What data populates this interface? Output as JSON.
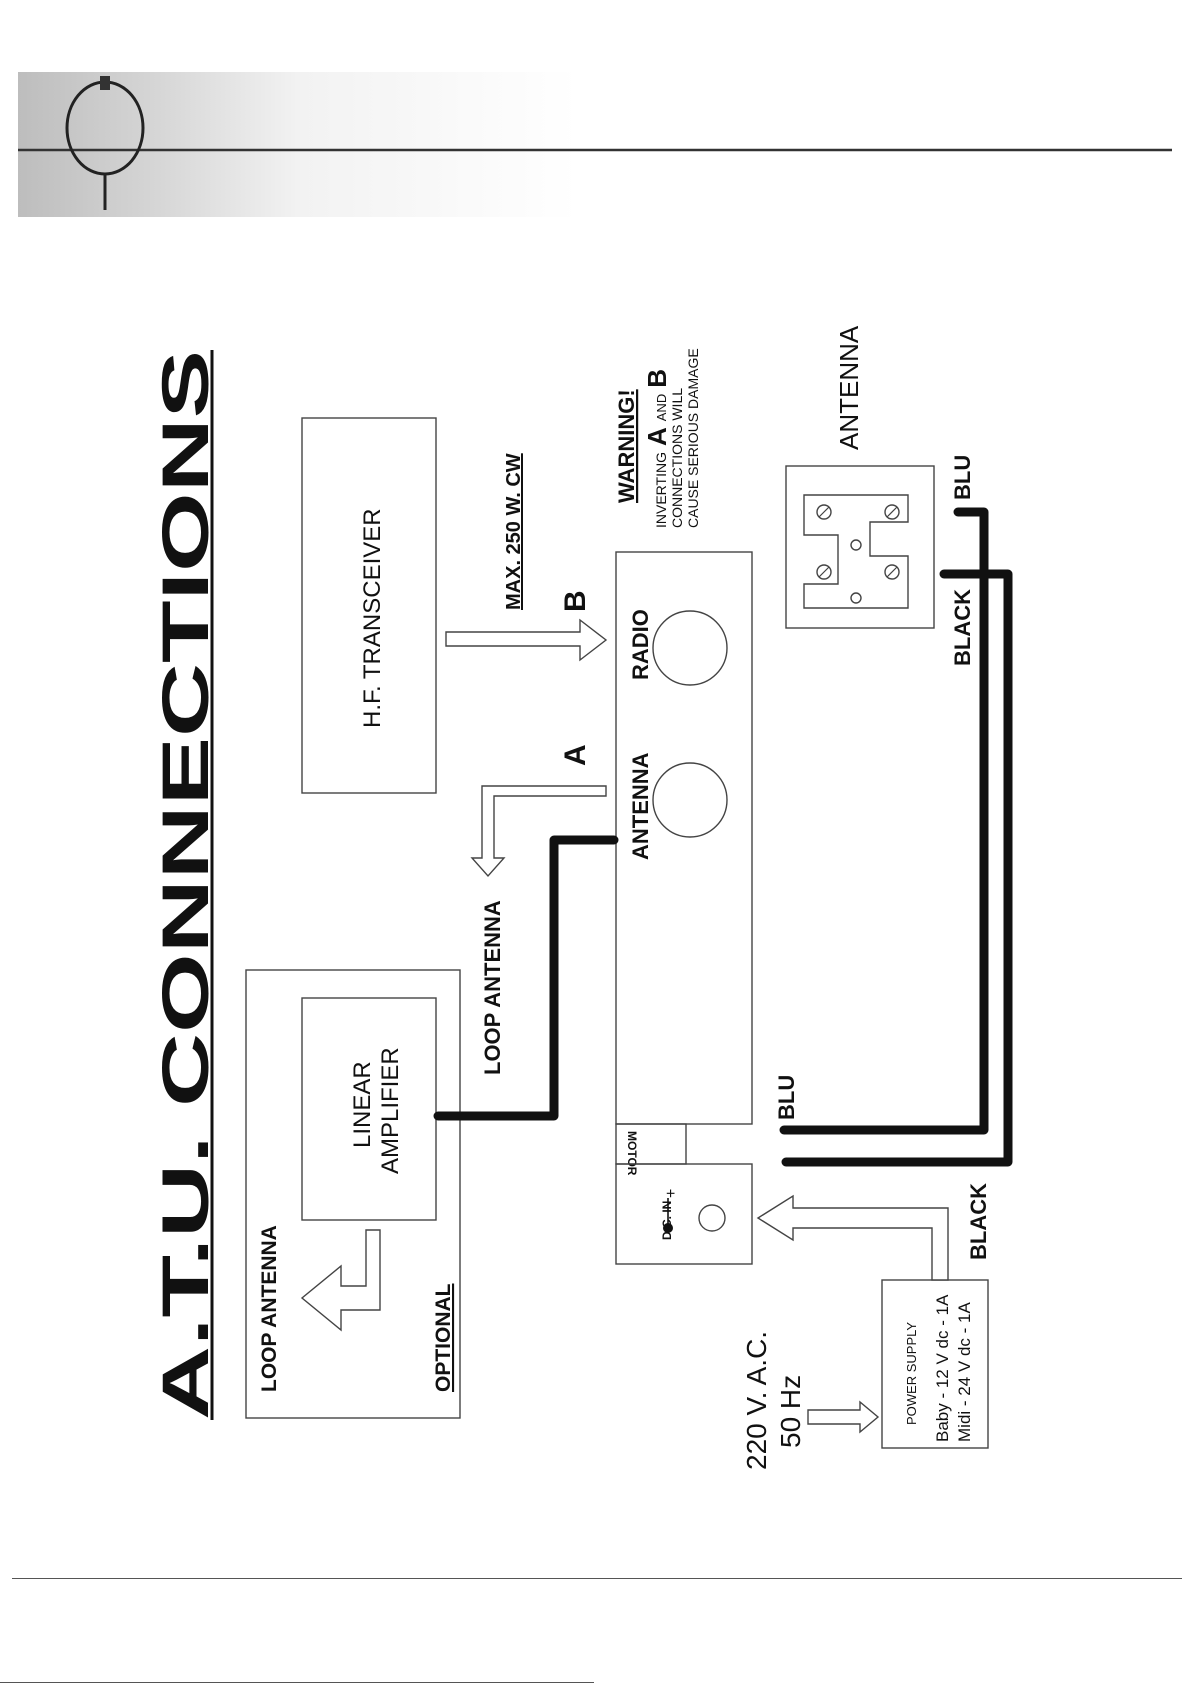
{
  "title": "A.T.U. CONNECTIONS",
  "blocks": {
    "transceiver": "H.F. TRANSCEIVER",
    "amp_line1": "LINEAR",
    "amp_line2": "AMPLIFIER",
    "optional": "OPTIONAL",
    "amp_loop_antenna": "LOOP ANTENNA",
    "loop_antenna": "LOOP ANTENNA",
    "max_power": "MAX. 250 W. CW",
    "port_a": "A",
    "port_b": "B",
    "radio_label": "RADIO",
    "antenna_label": "ANTENNA",
    "motor": "MOTOR",
    "dc_in": "D.C. IN",
    "dc_plus": "+",
    "antenna_rotor": "ANTENNA",
    "blu_left": "BLU",
    "black_left": "BLACK",
    "blu_right": "BLU",
    "black_right": "BLACK"
  },
  "warning": {
    "title": "WARNING!",
    "inverting": "INVERTING",
    "a": "A",
    "and": "AND",
    "b": "B",
    "line2": "CONNECTIONS WILL",
    "line3": "CAUSE SERIOUS DAMAGE"
  },
  "power": {
    "title": "POWER SUPPLY",
    "baby": "Baby - 12 V dc - 1A",
    "midi": "Midi  -  24 V dc - 1A",
    "ac1": "220 V. A.C.",
    "ac2": "50 Hz"
  }
}
